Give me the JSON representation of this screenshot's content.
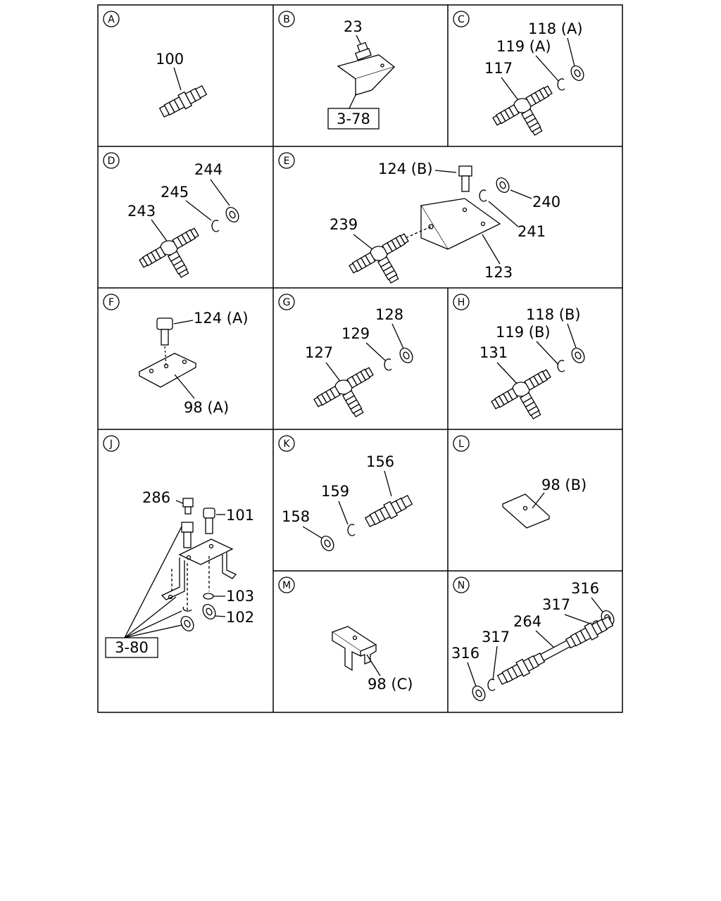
{
  "panels": [
    {
      "id": "A",
      "labels": [
        "100"
      ]
    },
    {
      "id": "B",
      "labels": [
        "23"
      ],
      "ref": "3-78"
    },
    {
      "id": "C",
      "labels": [
        "118 (A)",
        "119 (A)",
        "117"
      ]
    },
    {
      "id": "D",
      "labels": [
        "244",
        "245",
        "243"
      ]
    },
    {
      "id": "E",
      "labels": [
        "124 (B)",
        "240",
        "239",
        "241",
        "123"
      ]
    },
    {
      "id": "F",
      "labels": [
        "124 (A)",
        "98 (A)"
      ]
    },
    {
      "id": "G",
      "labels": [
        "128",
        "129",
        "127"
      ]
    },
    {
      "id": "H",
      "labels": [
        "118 (B)",
        "119 (B)",
        "131"
      ]
    },
    {
      "id": "J",
      "labels": [
        "286",
        "101",
        "103",
        "102"
      ],
      "ref": "3-80"
    },
    {
      "id": "K",
      "labels": [
        "156",
        "159",
        "158"
      ]
    },
    {
      "id": "L",
      "labels": [
        "98 (B)"
      ]
    },
    {
      "id": "M",
      "labels": [
        "98 (C)"
      ]
    },
    {
      "id": "N",
      "labels": [
        "316",
        "317",
        "264",
        "317",
        "316"
      ]
    }
  ]
}
